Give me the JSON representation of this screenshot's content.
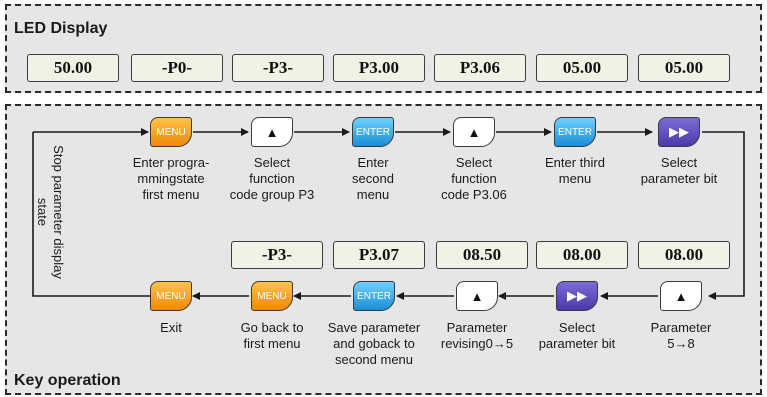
{
  "led_display": {
    "title": "LED Display",
    "values": [
      "50.00",
      "-P0-",
      "-P3-",
      "P3.00",
      "P3.06",
      "05.00",
      "05.00"
    ]
  },
  "key_operation": {
    "title": "Key operation",
    "stop_caption": "Stop parameter display state",
    "top_row": [
      {
        "key": "MENU",
        "icon": "menu-key-icon",
        "color": "#f5a623",
        "caption": "Enter progra-\nmmingstate\nfirst menu"
      },
      {
        "key": "▲",
        "icon": "up-arrow-key-icon",
        "color": "#ffffff",
        "caption": "Select\nfunction\ncode group P3"
      },
      {
        "key": "ENTER",
        "icon": "enter-key-icon",
        "color": "#2aa6e8",
        "caption": "Enter\nsecond\nmenu"
      },
      {
        "key": "▲",
        "icon": "up-arrow-key-icon",
        "color": "#ffffff",
        "caption": "Select\nfunction\ncode P3.06"
      },
      {
        "key": "ENTER",
        "icon": "enter-key-icon",
        "color": "#2aa6e8",
        "caption": "Enter third\nmenu"
      },
      {
        "key": "▶▶",
        "icon": "shift-key-icon",
        "color": "#5a4bbd",
        "caption": "Select\nparameter bit"
      }
    ],
    "bottom_leds": [
      "-P3-",
      "P3.07",
      "08.50",
      "08.00",
      "08.00"
    ],
    "bottom_row": [
      {
        "key": "MENU",
        "icon": "menu-key-icon",
        "color": "#f5a623",
        "caption": "Exit"
      },
      {
        "key": "MENU",
        "icon": "menu-key-icon",
        "color": "#f5a623",
        "caption": "Go back to\nfirst menu"
      },
      {
        "key": "ENTER",
        "icon": "enter-key-icon",
        "color": "#2aa6e8",
        "caption": "Save parameter\nand goback to\nsecond menu"
      },
      {
        "key": "▲",
        "icon": "up-arrow-key-icon",
        "color": "#ffffff",
        "caption": "Parameter\nrevising0→5"
      },
      {
        "key": "▶▶",
        "icon": "shift-key-icon",
        "color": "#5a4bbd",
        "caption": "Select\nparameter bit"
      },
      {
        "key": "▲",
        "icon": "up-arrow-key-icon",
        "color": "#ffffff",
        "caption": "Parameter\n5→8"
      }
    ]
  }
}
